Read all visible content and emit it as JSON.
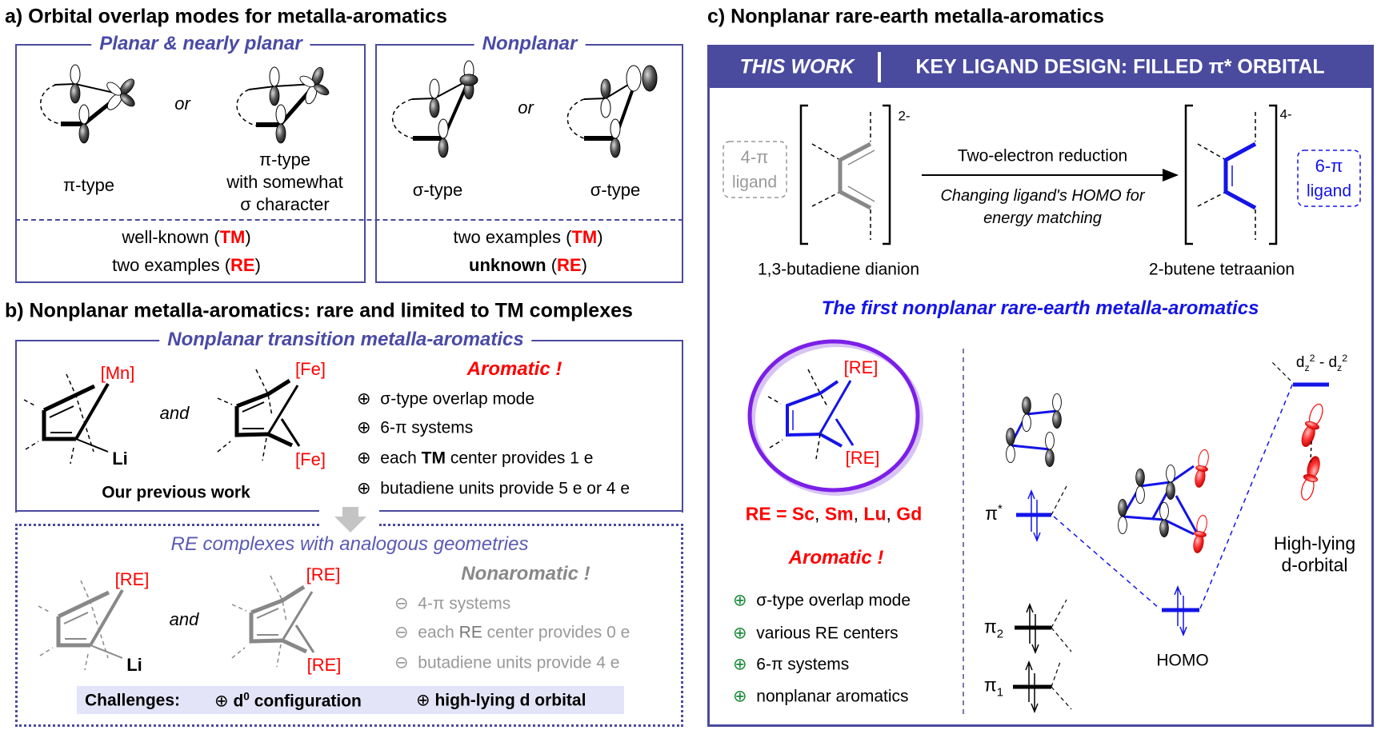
{
  "panel_a": {
    "title": "a) Orbital overlap modes for metalla-aromatics",
    "planar": {
      "heading": "Planar & nearly planar",
      "label_1": "π-type",
      "or": "or",
      "label_2": [
        "π-type",
        "with somewhat",
        "σ character"
      ],
      "status_1": {
        "pre": "well-known (",
        "tag": "TM",
        "post": ")"
      },
      "status_2": {
        "pre": "two examples (",
        "tag": "RE",
        "post": ")"
      }
    },
    "nonplanar": {
      "heading": "Nonplanar",
      "label_1": "σ-type",
      "or": "or",
      "label_2": "σ-type",
      "status_1": {
        "pre": "two examples (",
        "tag": "TM",
        "post": ")"
      },
      "status_2": {
        "pre": "unknown",
        "mid": " (",
        "tag": "RE",
        "post": ")"
      }
    }
  },
  "panel_b": {
    "title": "b) Nonplanar metalla-aromatics: rare and limited to TM complexes",
    "tm_box": {
      "heading": "Nonplanar transition metalla-aromatics",
      "mn_label": "[Mn]",
      "li_label": "Li",
      "and": "and",
      "fe_top": "[Fe]",
      "fe_bottom": "[Fe]",
      "caption": "Our previous work",
      "verdict": "Aromatic !",
      "bullets": [
        {
          "sign": "+",
          "text": "σ-type overlap mode"
        },
        {
          "sign": "+",
          "text": "6-π systems"
        },
        {
          "sign": "+",
          "pre": "each ",
          "bold": "TM",
          "post": " center provides 1 e"
        },
        {
          "sign": "+",
          "text": "butadiene units provide 5 e or 4 e"
        }
      ]
    },
    "re_box": {
      "heading": "RE complexes with analogous geometries",
      "re_label": "[RE]",
      "li_label": "Li",
      "and": "and",
      "re_top": "[RE]",
      "re_bottom": "[RE]",
      "verdict": "Nonaromatic !",
      "bullets": [
        {
          "sign": "−",
          "text": "4-π systems"
        },
        {
          "sign": "−",
          "pre": "each ",
          "bold": "RE",
          "post": " center provides 0 e"
        },
        {
          "sign": "−",
          "text": "butadiene units provide 4 e"
        }
      ],
      "challenges": {
        "label": "Challenges:",
        "item_1": {
          "base": "d",
          "sup": "0",
          "text": " configuration"
        },
        "item_2": "high-lying d orbital"
      }
    }
  },
  "panel_c": {
    "title": "c) Nonplanar rare-earth metalla-aromatics",
    "banner": {
      "left": "THIS WORK",
      "right": "KEY LIGAND DESIGN: FILLED π* ORBITAL"
    },
    "reactant": {
      "charge": "2-",
      "name": "1,3-butadiene dianion",
      "tag_1": "4-π",
      "tag_2": "ligand"
    },
    "product": {
      "charge": "4-",
      "name": "2-butene tetraanion",
      "tag_1": "6-π",
      "tag_2": "ligand"
    },
    "arrow": {
      "above": "Two-electron reduction",
      "below_1": "Changing ligand's HOMO for",
      "below_2": "energy matching"
    },
    "subtitle": "The first nonplanar rare-earth metalla-aromatics",
    "complex": {
      "re_top": "[RE]",
      "re_bottom": "[RE]"
    },
    "re_list": {
      "prefix": "RE = ",
      "items": [
        "Sc",
        "Sm",
        "Lu",
        "Gd"
      ]
    },
    "verdict": "Aromatic !",
    "bullets": [
      "σ-type overlap mode",
      "various RE centers",
      "6-π systems",
      "nonplanar aromatics"
    ],
    "mo": {
      "pi_star": {
        "base": "π",
        "sup": "*"
      },
      "pi_2": {
        "base": "π",
        "sub": "2"
      },
      "pi_1": {
        "base": "π",
        "sub": "1"
      },
      "homo": "HOMO",
      "dz2": {
        "d1": "d",
        "s1": "z",
        "p1": "2",
        "sep": " - ",
        "d2": "d",
        "s2": "z",
        "p2": "2"
      },
      "d_orbital_1": "High-lying",
      "d_orbital_2": "d-orbital"
    },
    "colors": {
      "frame": "#4a4a9e",
      "blue": "#1414e8",
      "red": "#ff0000",
      "ring": "#7b1fe8",
      "green": "#1a8a3a"
    }
  }
}
